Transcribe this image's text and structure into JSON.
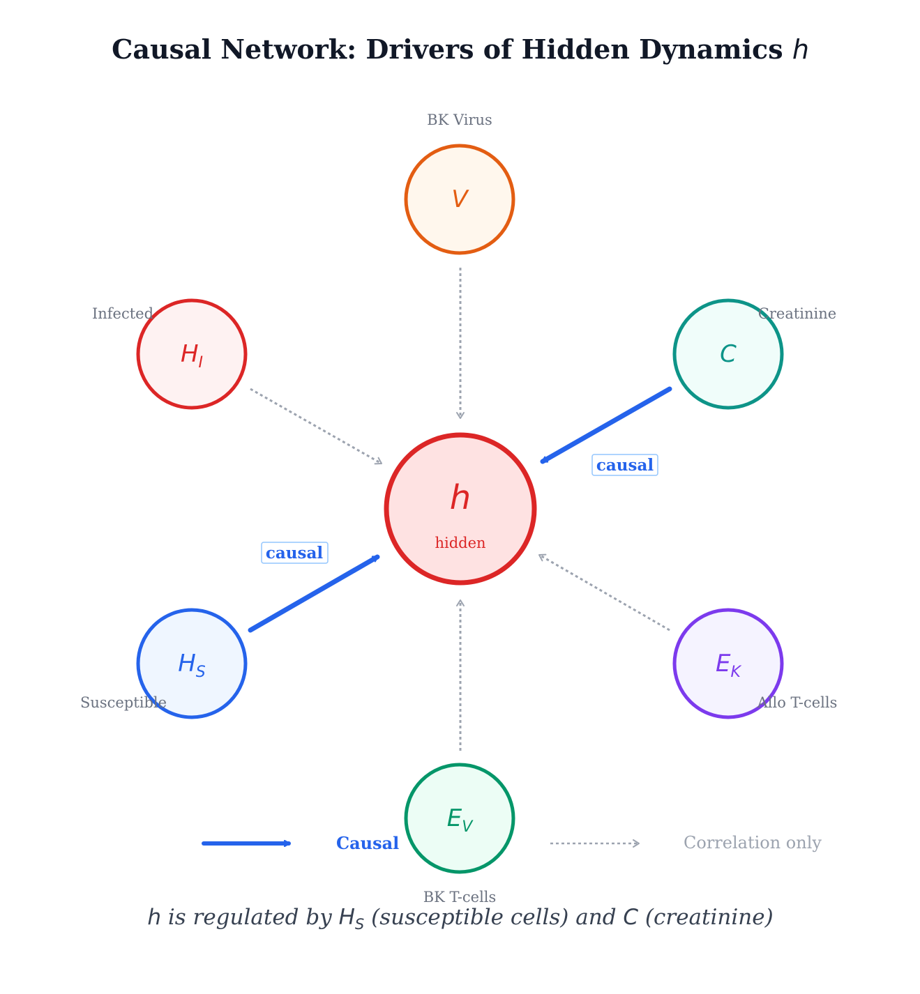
{
  "title": {
    "main": "Causal Network: Drivers of Hidden Dynamics ",
    "symbol": "h"
  },
  "center": {
    "symbol": "h",
    "caption": "hidden",
    "stroke": "#dc2626",
    "fill": "#fee2e2"
  },
  "nodes": {
    "V": {
      "symbol": "V",
      "sub": "",
      "label": "BK Virus",
      "stroke": "#e35d12",
      "fill": "#fff7ed"
    },
    "HI": {
      "symbol": "H",
      "sub": "I",
      "label": "Infected",
      "stroke": "#dc2626",
      "fill": "#fef2f2"
    },
    "C": {
      "symbol": "C",
      "sub": "",
      "label": "Creatinine",
      "stroke": "#0d9488",
      "fill": "#f0fdfa"
    },
    "HS": {
      "symbol": "H",
      "sub": "S",
      "label": "Susceptible",
      "stroke": "#2563eb",
      "fill": "#eff6ff"
    },
    "EK": {
      "symbol": "E",
      "sub": "K",
      "label": "Allo T-cells",
      "stroke": "#7c3aed",
      "fill": "#f5f3ff"
    },
    "EV": {
      "symbol": "E",
      "sub": "V",
      "label": "BK T-cells",
      "stroke": "#059669",
      "fill": "#ecfdf5"
    }
  },
  "edges": [
    {
      "from": "V",
      "type": "correlation"
    },
    {
      "from": "HI",
      "type": "correlation"
    },
    {
      "from": "C",
      "type": "causal",
      "tag": "causal"
    },
    {
      "from": "HS",
      "type": "causal",
      "tag": "causal"
    },
    {
      "from": "EK",
      "type": "correlation"
    },
    {
      "from": "EV",
      "type": "correlation"
    }
  ],
  "legend": {
    "causal": "Causal",
    "correlation": "Correlation only"
  },
  "colors": {
    "causal": "#2563eb",
    "correlation": "#9ca3af",
    "title": "#111827",
    "caption": "#374151"
  },
  "caption": {
    "h": "h",
    "t1": " is regulated by ",
    "hs": "H",
    "hs_sub": "S",
    "t2": " (susceptible cells) and ",
    "c": "C",
    "t3": " (creatinine)"
  }
}
